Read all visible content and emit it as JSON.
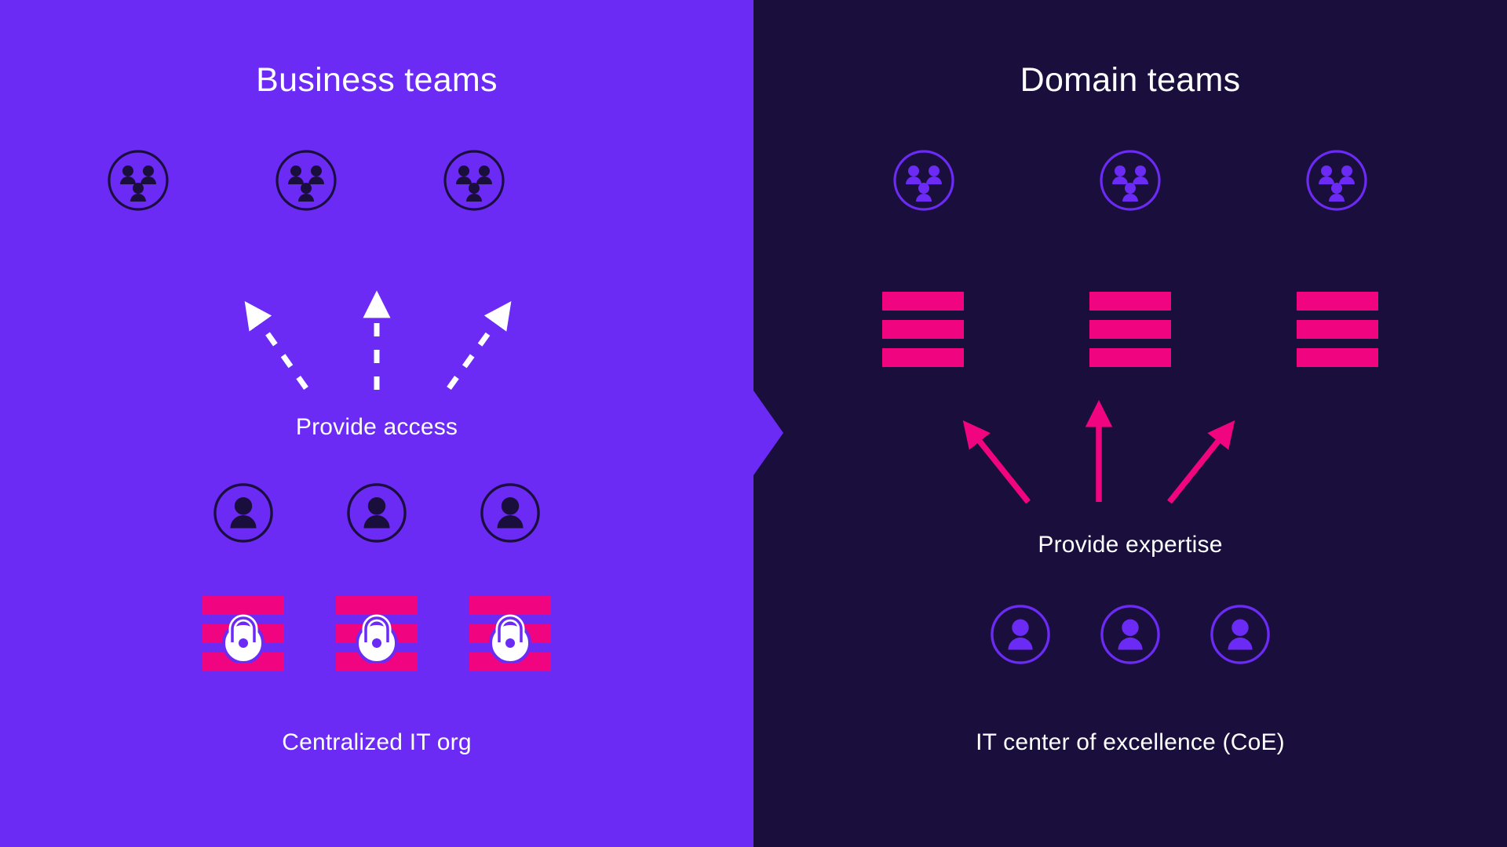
{
  "diagram": {
    "type": "two-panel-comparison",
    "left_panel": {
      "title": "Business teams",
      "background_color": "#6b2bf5",
      "accent_color": "#f0047f",
      "icon_color": "#1a0e3d",
      "top_row": {
        "icon": "team-group-icon",
        "count": 3
      },
      "flow_label": "Provide access",
      "flow_arrow_style": "dashed",
      "flow_arrow_color": "#ffffff",
      "flow_arrow_count": 3,
      "flow_direction": "upward",
      "bottom_row": {
        "icon": "person-icon",
        "count": 3
      },
      "data_stacks": {
        "icon": "locked-data-bars-icon",
        "count": 3,
        "bars_per_stack": 3,
        "overlay_icon": "lock-icon"
      },
      "bottom_caption": "Centralized IT org"
    },
    "right_panel": {
      "title": "Domain teams",
      "background_color": "#1a0e3d",
      "accent_color": "#f0047f",
      "icon_color": "#6b2bf5",
      "top_row": {
        "icon": "team-group-icon",
        "count": 3
      },
      "data_stacks": {
        "icon": "data-bars-icon",
        "count": 3,
        "bars_per_stack": 3
      },
      "flow_label": "Provide expertise",
      "flow_arrow_style": "solid",
      "flow_arrow_color": "#f0047f",
      "flow_arrow_count": 3,
      "flow_direction": "upward",
      "bottom_row": {
        "icon": "person-icon",
        "count": 3
      },
      "bottom_caption": "IT center of excellence (CoE)"
    },
    "divider": {
      "icon": "chevron-right-notch",
      "color": "#6b2bf5"
    }
  }
}
